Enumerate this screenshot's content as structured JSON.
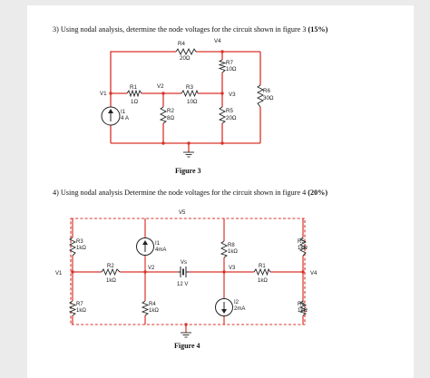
{
  "question3": {
    "text": "3)   Using nodal analysis, determine the node voltages for the circuit shown in figure 3 ",
    "marks": "(15%)",
    "figure_caption": "Figure 3",
    "labels": {
      "r4": "R4",
      "r4_val": "20Ω",
      "v4": "V4",
      "r7": "R7",
      "r7_val": "10Ω",
      "r1": "R1",
      "r1_val": "1Ω",
      "v2": "V2",
      "r3": "R3",
      "r3_val": "10Ω",
      "v1": "V1",
      "v3": "V3",
      "r6": "R6",
      "r6_val": "30Ω",
      "i1": "I1",
      "i1_val": "4 A",
      "r2": "R2",
      "r2_val": "8Ω",
      "r5": "R5",
      "r5_val": "20Ω"
    }
  },
  "question4": {
    "text": "4)   Using nodal analysis Determine the node voltages for the circuit shown in figure 4 ",
    "marks": "(20%)",
    "figure_caption": "Figure 4",
    "labels": {
      "v5": "V5",
      "r3": "R3",
      "r3_val": "1kΩ",
      "i1": "I1",
      "i1_val": "4mA",
      "r8": "R8",
      "r8_val": "1kΩ",
      "r5": "R5",
      "r5_val": "1kΩ",
      "v1": "V1",
      "r2": "R2",
      "r2_val": "1kΩ",
      "v2": "V2",
      "vs": "Vs",
      "vs_val": "12 V",
      "v3": "V3",
      "r1": "R1",
      "r1_val": "1kΩ",
      "v4": "V4",
      "r7": "R7",
      "r7_val": "1kΩ",
      "r4": "R4",
      "r4_val": "1kΩ",
      "i2": "I2",
      "i2_val": "2mA",
      "r6": "R6",
      "r6_val": "1kΩ"
    }
  }
}
